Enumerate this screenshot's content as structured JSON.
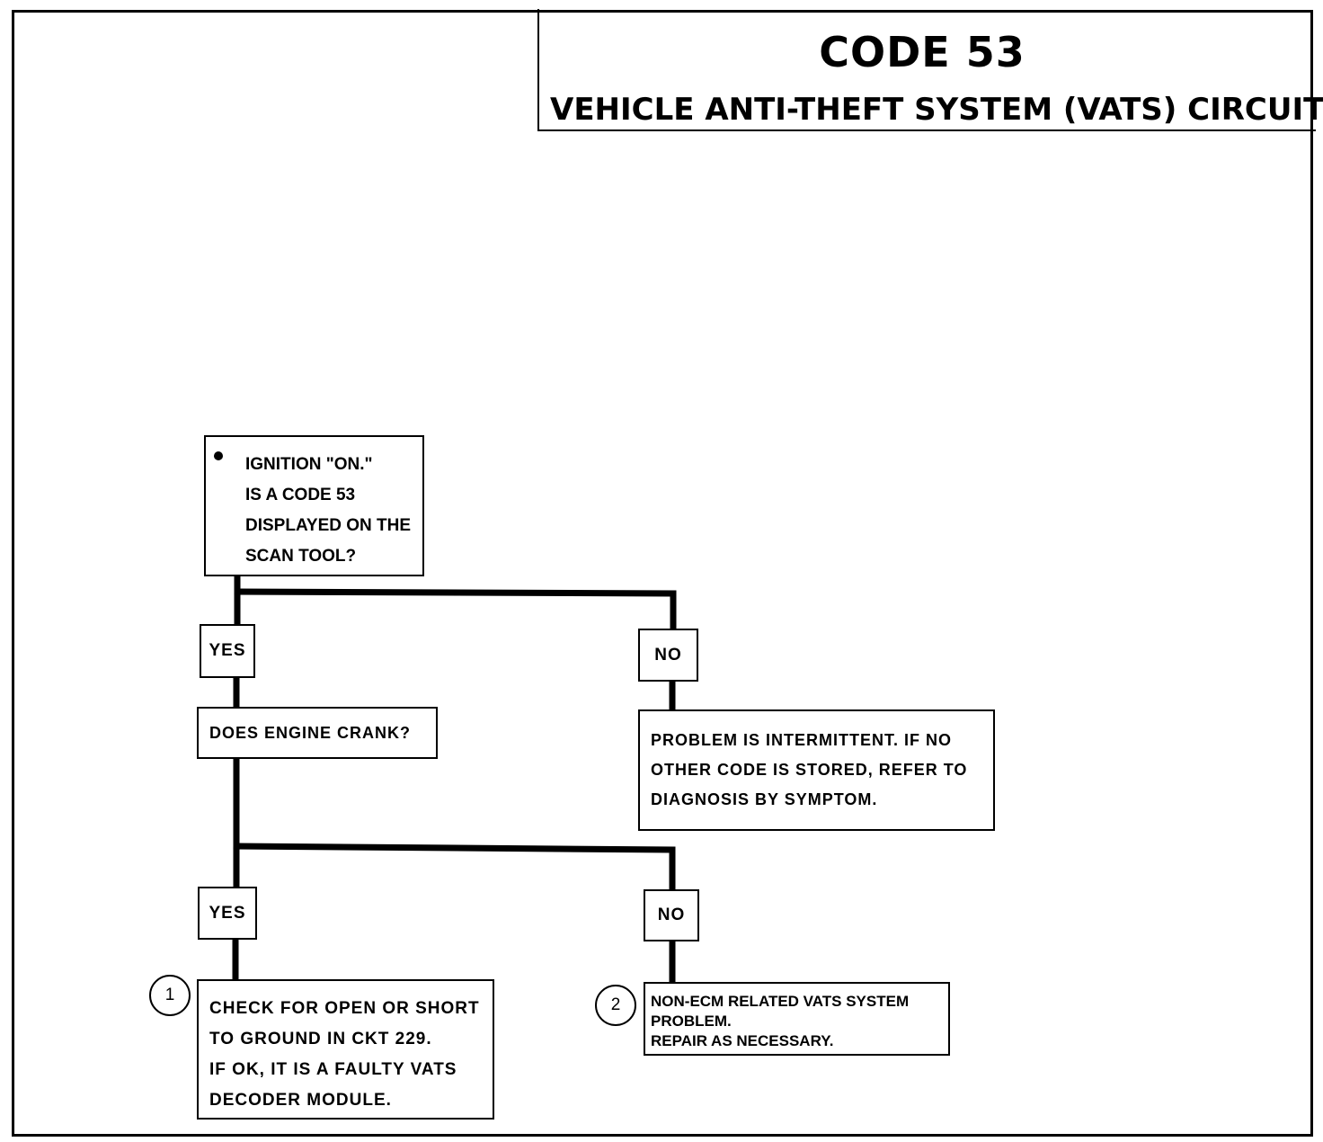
{
  "header": {
    "code": "CODE 53",
    "circuit": "VEHICLE ANTI-THEFT SYSTEM (VATS) CIRCUIT"
  },
  "flowchart": {
    "step1": "IGNITION \"ON.\"\nIS A CODE 53\nDISPLAYED ON THE\nSCAN TOOL?",
    "yes1": "YES",
    "no1": "NO",
    "crank_question": "DOES ENGINE CRANK?",
    "intermittent_result": "PROBLEM IS INTERMITTENT.  IF NO\nOTHER CODE IS STORED,  REFER TO\nDIAGNOSIS  BY  SYMPTOM.",
    "yes2": "YES",
    "no2": "NO",
    "ckt229_result": "CHECK FOR OPEN OR SHORT\nTO GROUND IN CKT 229.\nIF OK, IT IS A FAULTY VATS\nDECODER MODULE.",
    "vats_result": "NON-ECM RELATED VATS SYSTEM\nPROBLEM.\nREPAIR  AS  NECESSARY.",
    "note1": "1",
    "note2": "2"
  }
}
